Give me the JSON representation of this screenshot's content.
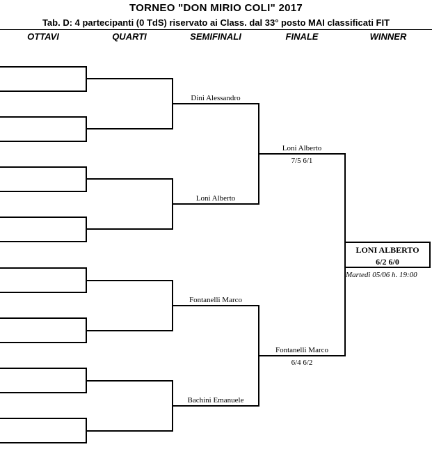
{
  "header": {
    "title": "TORNEO  \"DON  MIRIO  COLI\"  2017",
    "subtitle": "Tab. D: 4 partecipanti (0 TdS) riservato ai Class. dal 33° posto MAI classificati FIT"
  },
  "columns": [
    "OTTAVI",
    "QUARTI",
    "SEMIFINALI",
    "FINALE",
    "WINNER"
  ],
  "semifinalists": [
    "Dini Alessandro",
    "Loni Alberto",
    "Fontanelli Marco",
    "Bachini Emanuele"
  ],
  "finalists": [
    {
      "name": "Loni Alberto",
      "score": "7/5  6/1"
    },
    {
      "name": "Fontanelli Marco",
      "score": "6/4  6/2"
    }
  ],
  "winner": {
    "name": "LONI  ALBERTO",
    "score": "6/2  6/0",
    "date": "Martedi 05/06 h. 19:00"
  }
}
